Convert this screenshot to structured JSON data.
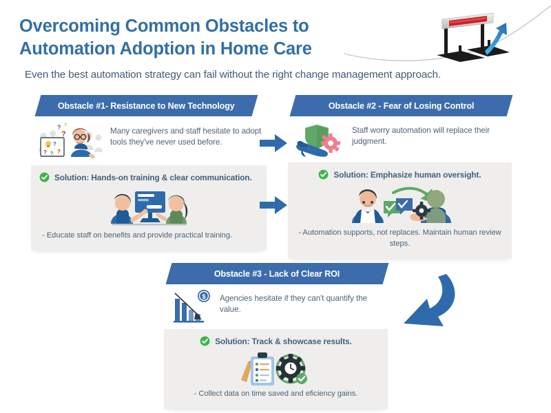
{
  "colors": {
    "title_blue": "#336fa6",
    "bar_blue": "#3c6cab",
    "arrow_blue": "#2f6bab",
    "body_text": "#4b6479",
    "solution_bg": "#efeeec",
    "check_green": "#3cb54a",
    "page_bg": "#ffffff"
  },
  "header": {
    "title": "Overcoming Common Obstacles to Automation Adoption in Home Care",
    "subtitle": "Even the best automation strategy can fail without the right change management approach.",
    "hero_icon": "hurdle-with-jumping-arrow-icon"
  },
  "obstacles": [
    {
      "bar_label": "Obstacle #1- Resistance to New Technology",
      "problem_icon": "confused-caregiver-whiteboard-icon",
      "problem_text": "Many caregivers and staff hesitate to adopt tools they've never used before.",
      "solution_icon": "check-circle-icon",
      "solution_label": "Solution: Hands-on training & clear communication.",
      "solution_art_icon": "two-people-at-computer-training-icon",
      "solution_note": "- Educate staff on benefits and provide practical training."
    },
    {
      "bar_label": "Obstacle #2 - Fear of Losing Control",
      "problem_icon": "hand-holding-shield-and-gear-icon",
      "problem_text": "Staff worry automation will replace their judgment.",
      "solution_icon": "check-circle-icon",
      "solution_label": "Solution: Emphasize human oversight.",
      "solution_art_icon": "two-people-approval-gear-handoff-icon",
      "solution_note": "- Automation supports, not replaces. Maintain human review steps."
    },
    {
      "bar_label": "Obstacle #3 - Lack of Clear ROI",
      "problem_icon": "declining-bar-chart-dollar-icon",
      "problem_text": "Agencies hesitate if they can't quantify the value.",
      "solution_icon": "check-circle-icon",
      "solution_label": "Solution: Track & showcase results.",
      "solution_art_icon": "clipboard-checklist-with-clock-gear-icon",
      "solution_note": "- Collect data on time saved and eficiency gains."
    }
  ],
  "connectors": [
    {
      "icon": "arrow-right-icon"
    },
    {
      "icon": "arrow-right-icon"
    },
    {
      "icon": "curved-arrow-down-left-icon"
    }
  ]
}
